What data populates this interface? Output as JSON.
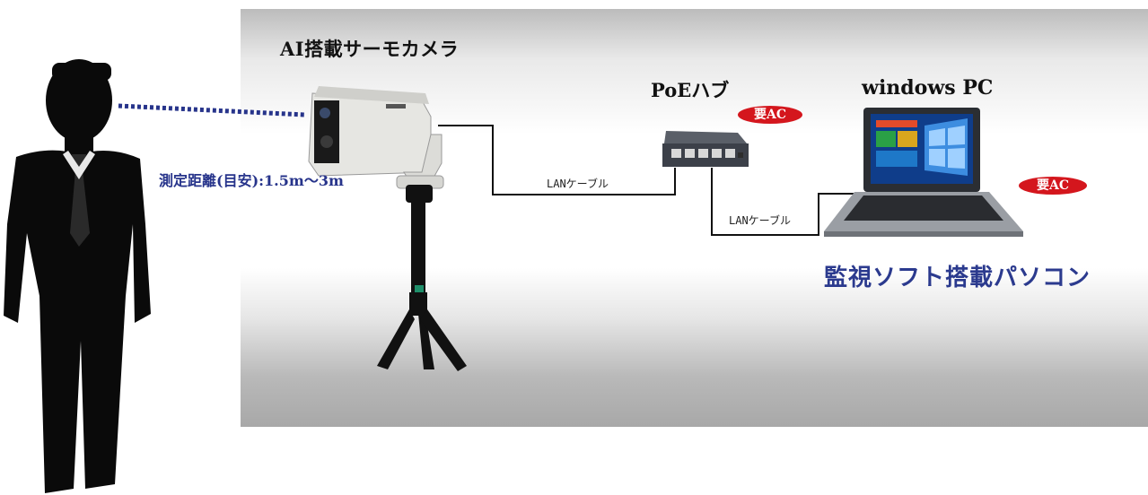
{
  "camera": {
    "title": "AI搭載サーモカメラ",
    "distance_label": "測定距離(目安):1.5m〜3m"
  },
  "hub": {
    "title": "PoEハブ",
    "badge": "要AC"
  },
  "pc": {
    "title": "windows PC",
    "badge": "要AC",
    "software_label": "監視ソフト搭載パソコン"
  },
  "cables": {
    "lan1": "LANケーブル",
    "lan2": "LANケーブル"
  },
  "colors": {
    "badge_red": "#d4161d",
    "accent_blue": "#2b3a8e",
    "beam_blue": "#27348b"
  },
  "icons": [
    "person-silhouette-icon",
    "thermal-camera-icon",
    "tripod-icon",
    "poe-hub-icon",
    "laptop-icon"
  ]
}
